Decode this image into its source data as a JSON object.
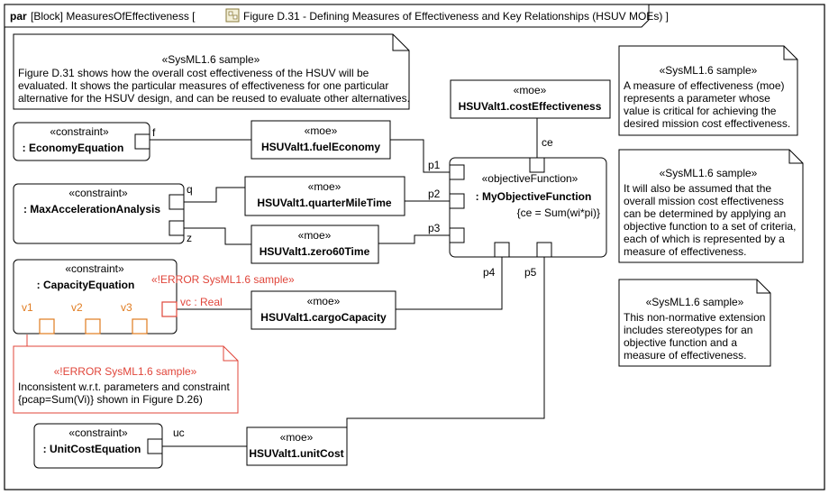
{
  "frame": {
    "kind": "par",
    "title": "[Block] MeasuresOfEffectiveness [",
    "diagram_name": "Figure D.31 - Defining Measures of Effectiveness and Key Relationships (HSUV MOEs) ]",
    "icon": "parametric-diagram-icon"
  },
  "notes": {
    "intro": {
      "stereotype": "«SysML1.6 sample»",
      "lines": [
        "Figure D.31 shows how the overall cost effectiveness of the HSUV will be",
        "evaluated. It shows the particular measures of effectiveness for one particular",
        "alternative for the HSUV design, and can be reused to evaluate other alternatives."
      ]
    },
    "moe_def": {
      "stereotype": "«SysML1.6 sample»",
      "lines": [
        "A measure of effectiveness (moe)",
        "represents a parameter whose",
        "value is critical for achieving the",
        "desired mission cost effectiveness."
      ]
    },
    "objective": {
      "stereotype": "«SysML1.6 sample»",
      "lines": [
        "It will also be assumed that the",
        "overall mission cost effectiveness",
        "can be determined by applying an",
        "objective function to a set of criteria,",
        "each of which is represented by a",
        "measure of effectiveness."
      ]
    },
    "extension": {
      "stereotype": "«SysML1.6 sample»",
      "lines": [
        "This non-normative extension",
        "includes stereotypes for an",
        "objective function and a",
        "measure of effectiveness."
      ]
    },
    "error_inline": "«!ERROR SysML1.6 sample»",
    "error_box": {
      "stereotype": "«!ERROR SysML1.6 sample»",
      "lines": [
        "Inconsistent w.r.t. parameters and constraint",
        "{pcap=Sum(Vi)} shown in Figure D.26)"
      ]
    }
  },
  "constraints": {
    "economy": {
      "stereotype": "«constraint»",
      "name": ": EconomyEquation",
      "port": "f"
    },
    "maxaccel": {
      "stereotype": "«constraint»",
      "name": ": MaxAccelerationAnalysis",
      "port_q": "q",
      "port_z": "z"
    },
    "capacity": {
      "stereotype": "«constraint»",
      "name": ": CapacityEquation",
      "v1": "v1",
      "v2": "v2",
      "v3": "v3",
      "vc": "vc : Real"
    },
    "unitcost": {
      "stereotype": "«constraint»",
      "name": ": UnitCostEquation",
      "port": "uc"
    }
  },
  "moes": {
    "cost": {
      "stereotype": "«moe»",
      "name": "HSUValt1.costEffectiveness"
    },
    "fuel": {
      "stereotype": "«moe»",
      "name": "HSUValt1.fuelEconomy"
    },
    "quarter": {
      "stereotype": "«moe»",
      "name": "HSUValt1.quarterMileTime"
    },
    "zero60": {
      "stereotype": "«moe»",
      "name": "HSUValt1.zero60Time"
    },
    "cargo": {
      "stereotype": "«moe»",
      "name": "HSUValt1.cargoCapacity"
    },
    "unitcost": {
      "stereotype": "«moe»",
      "name": "HSUValt1.unitCost"
    }
  },
  "objective_function": {
    "stereotype": "«objectiveFunction»",
    "name": ": MyObjectiveFunction",
    "constraint": "{ce = Sum(wi*pi)}",
    "ports": {
      "p1": "p1",
      "p2": "p2",
      "p3": "p3",
      "p4": "p4",
      "p5": "p5",
      "ce": "ce"
    }
  },
  "colors": {
    "error": "#e0453a",
    "line": "#000000",
    "port_orange": "#e07b1f"
  }
}
